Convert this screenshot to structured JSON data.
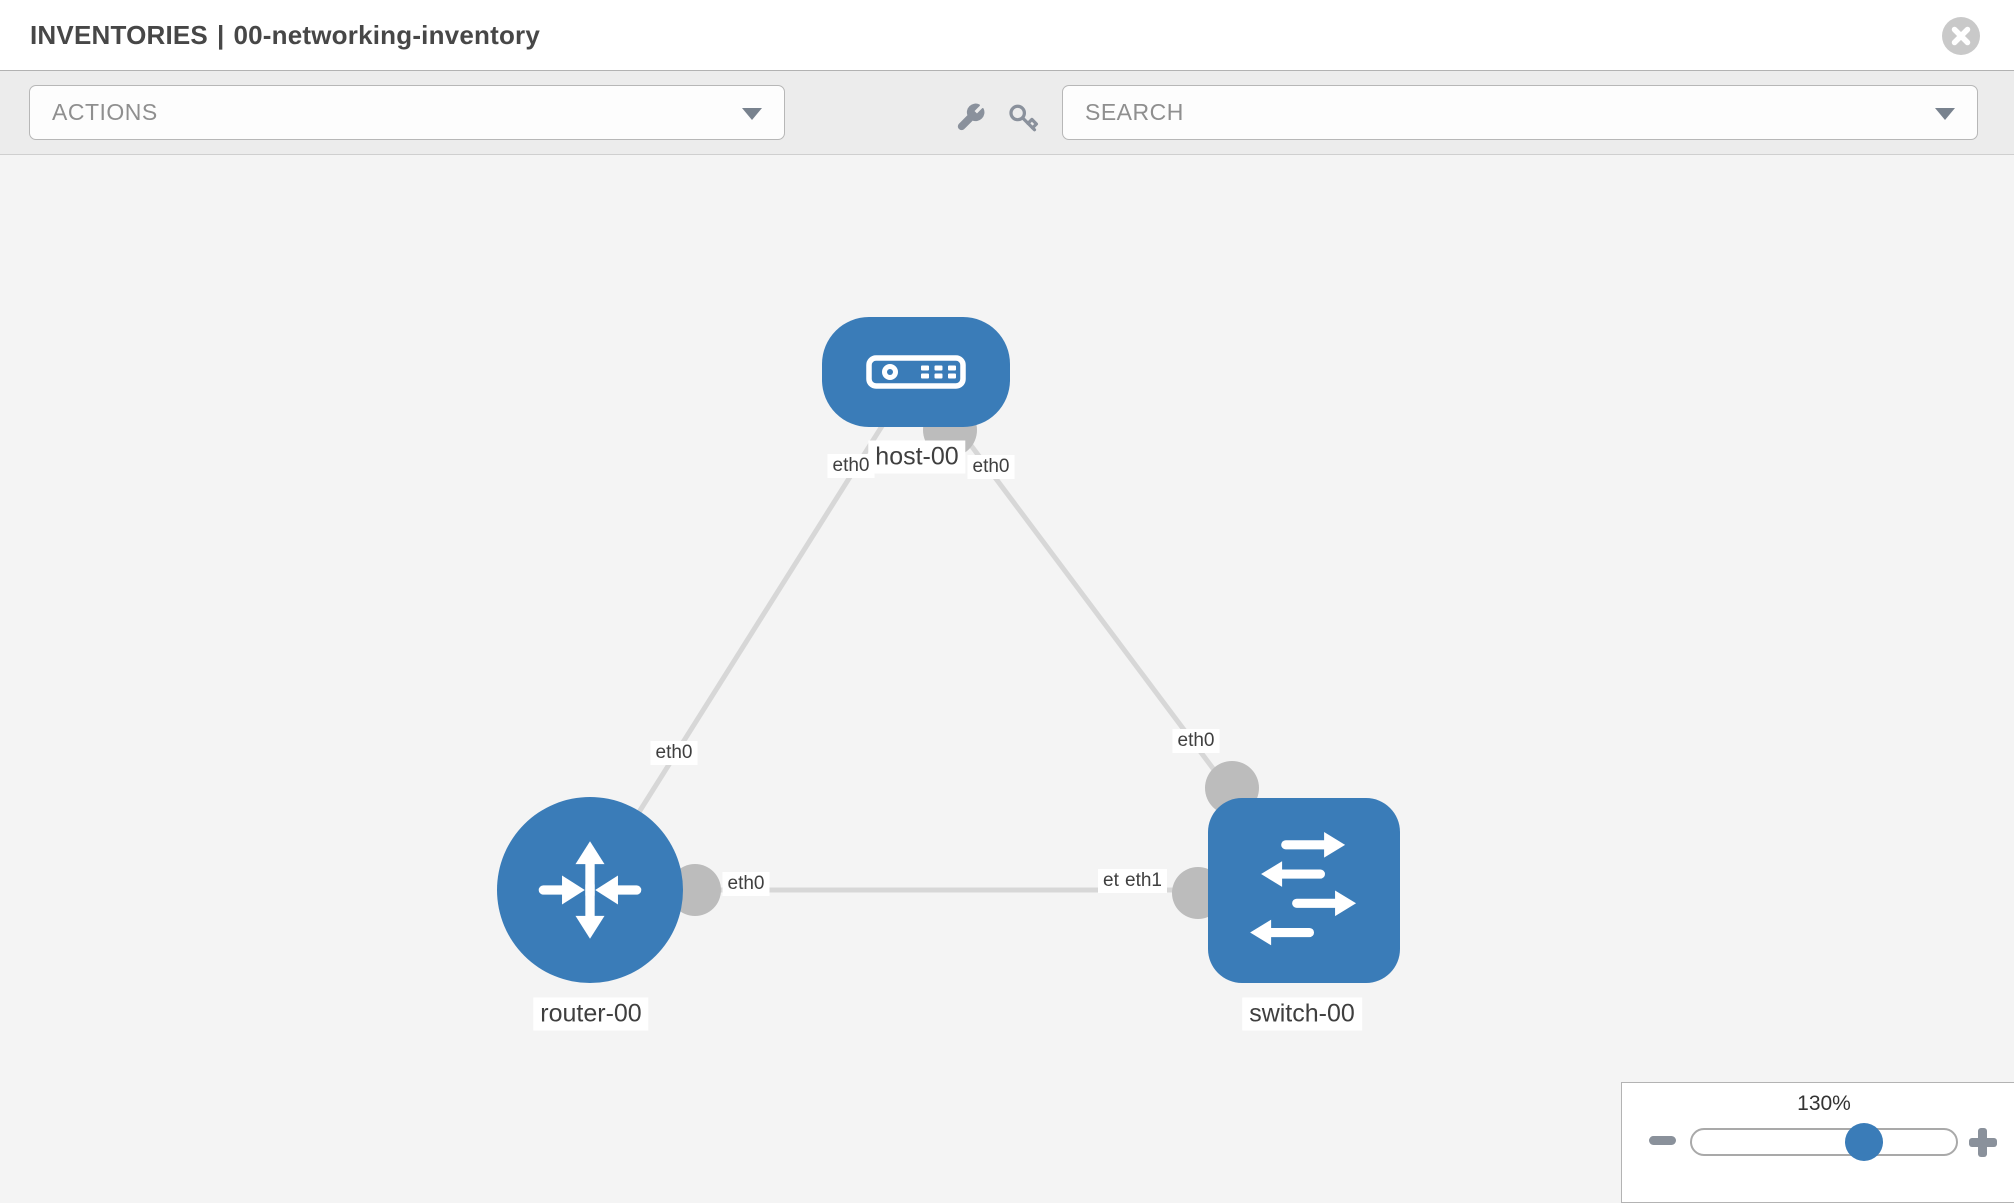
{
  "header": {
    "title": "INVENTORIES",
    "separator": "|",
    "inventory_name": "00-networking-inventory"
  },
  "toolbar": {
    "actions": {
      "placeholder": "ACTIONS"
    },
    "search": {
      "placeholder": "SEARCH"
    },
    "tools": [
      {
        "icon": "wrench"
      },
      {
        "icon": "key"
      }
    ]
  },
  "topology": {
    "nodes": [
      {
        "label": "host-00",
        "type": "host",
        "shape": "rounded-rectangle",
        "icon": "host-icon"
      },
      {
        "label": "router-00",
        "type": "router",
        "shape": "circle",
        "icon": "router-icon"
      },
      {
        "label": "switch-00",
        "type": "switch",
        "shape": "rounded-square",
        "icon": "switch-icon"
      }
    ],
    "links": [
      {
        "from": "router-00",
        "to": "host-00",
        "from_interface": "eth0",
        "to_interface": "eth0"
      },
      {
        "from": "host-00",
        "to": "switch-00",
        "from_interface": "eth0",
        "to_interface": "eth0"
      },
      {
        "from": "router-00",
        "to": "switch-00",
        "from_interface": "eth0",
        "to_interface": "eth1",
        "to_interface_overlapped": "eth1"
      }
    ]
  },
  "zoom_control": {
    "level": "130%",
    "minus_icon": "minus",
    "plus_icon": "plus"
  },
  "colors": {
    "node_blue": "#3a7cb8",
    "link_gray": "#d7d7d7",
    "connector_gray": "#bcbcbc",
    "canvas_bg": "#f4f4f4",
    "toolbar_bg": "#ececec"
  }
}
